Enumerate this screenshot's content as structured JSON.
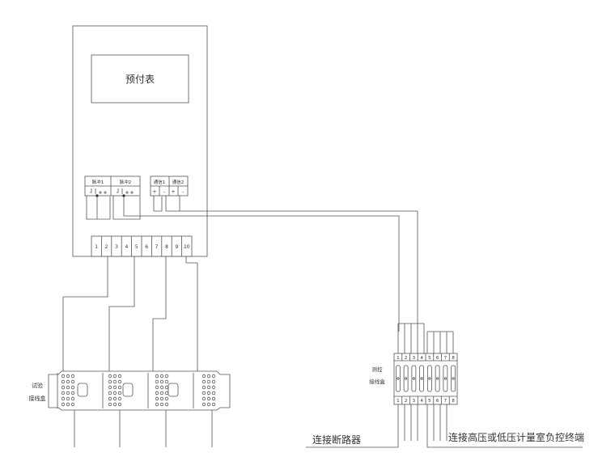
{
  "meter": {
    "label": "预付表"
  },
  "rs485": {
    "group1_label": "脉冲1",
    "group2_label": "脉冲2"
  },
  "comm": {
    "group1_label": "通信1",
    "group2_label": "通信2",
    "plus": "+",
    "minus": "-"
  },
  "terminal_numbers": [
    "1",
    "2",
    "3",
    "4",
    "5",
    "6",
    "7",
    "8",
    "9",
    "10"
  ],
  "test_box": {
    "label_line1": "试验",
    "label_line2": "接线盒"
  },
  "measure_box": {
    "label_line1": "测控",
    "label_line2": "接线盒",
    "numbers": [
      "1",
      "2",
      "3",
      "4",
      "5",
      "6",
      "7",
      "8"
    ]
  },
  "notes": {
    "left": "连接断路器",
    "right": "连接高压或低压计量室负控终端"
  }
}
